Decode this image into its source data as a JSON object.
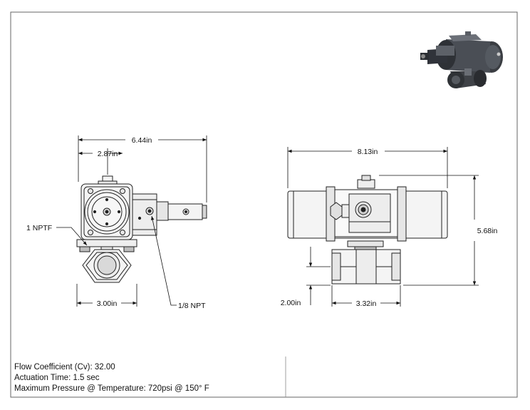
{
  "dimensions": {
    "overall_width_side": "6.44in",
    "body_center_side": "2.87in",
    "base_width_side": "3.00in",
    "port_label_left": "1 NPTF",
    "port_label_right": "1/8 NPT",
    "overall_width_front": "8.13in",
    "overall_height_front": "5.68in",
    "center_height_front": "2.00in",
    "body_width_front": "3.32in"
  },
  "specs": {
    "flow": "Flow Coefficient (Cv): 32.00",
    "actuation": "Actuation Time: 1.5 sec",
    "pressure": "Maximum Pressure @ Temperature: 720psi @ 150° F"
  },
  "colors": {
    "line": "#222222",
    "fill_light": "#f4f4f4",
    "fill_mid": "#e6e6e6",
    "fill_dark": "#bdbdbd",
    "render_dark": "#3a3d42"
  }
}
